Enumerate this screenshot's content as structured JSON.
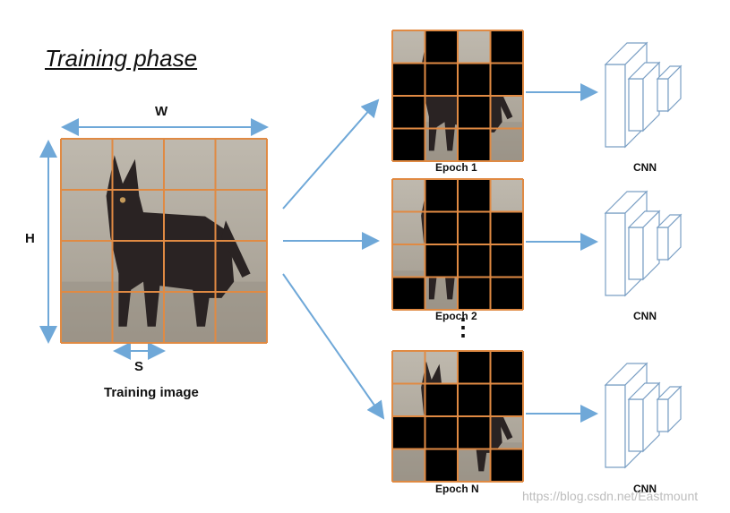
{
  "title": "Training phase",
  "labels": {
    "width": "W",
    "height": "H",
    "grid_size": "S",
    "training_image": "Training image",
    "cnn": "CNN"
  },
  "epochs": [
    {
      "label": "Epoch 1",
      "mask": [
        [
          0,
          1,
          0,
          1
        ],
        [
          1,
          1,
          1,
          1
        ],
        [
          1,
          0,
          1,
          0
        ],
        [
          1,
          0,
          1,
          0
        ]
      ]
    },
    {
      "label": "Epoch 2",
      "mask": [
        [
          0,
          1,
          1,
          0
        ],
        [
          0,
          1,
          1,
          1
        ],
        [
          0,
          1,
          1,
          1
        ],
        [
          1,
          0,
          1,
          1
        ]
      ]
    },
    {
      "label": "Epoch N",
      "mask": [
        [
          0,
          0,
          1,
          1
        ],
        [
          0,
          1,
          1,
          1
        ],
        [
          1,
          1,
          1,
          0
        ],
        [
          0,
          1,
          0,
          1
        ]
      ]
    }
  ],
  "ellipsis": "⋮",
  "watermark": "https://blog.csdn.net/Eastmount",
  "colors": {
    "grid": "#e08a43",
    "arrow": "#6fa8d8",
    "mask": "#000000",
    "cnn_stroke": "#7a9fc4"
  }
}
